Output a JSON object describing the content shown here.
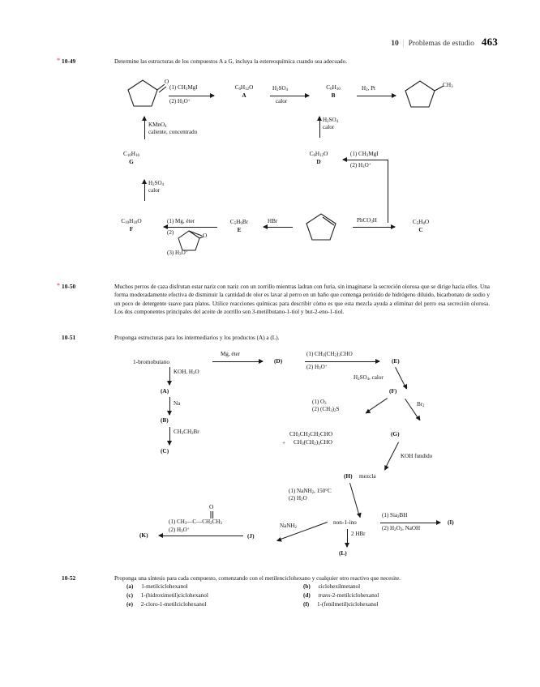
{
  "header": {
    "chapter": "10",
    "separator": "|",
    "section_title": "Problemas de estudio",
    "page_number": "463"
  },
  "problems": [
    {
      "id": "10-49",
      "starred": true,
      "star": "*",
      "number": "10-49",
      "text": "Determine las estructuras de los compuestos A a G, incluya la estereoquímica cuando sea adecuado."
    },
    {
      "id": "10-50",
      "starred": true,
      "star": "*",
      "number": "10-50",
      "text": "Muchos perros de caza disfrutan estar nariz con nariz con un zorrillo mientras ladran con furia, sin imaginarse la secreción olorosa que se dirige hacia ellos. Una forma moderadamente efectiva de disminuir la cantidad de olor es lavar al perro en un baño que contenga peróxido de hidrógeno diluido, bicarbonato de sodio y un poco de detergente suave para platos. Utilice reacciones químicas para describir cómo es que esta mezcla ayuda a eliminar del perro esa secreción olorosa. Los dos componentes principales del aceite de zorrillo son 3-metilbutano-1-tiol y but-2-eno-1-tiol."
    },
    {
      "id": "10-51",
      "starred": false,
      "star": "",
      "number": "10-51",
      "text": "Proponga estructuras para los intermediarios y los productos (A) a (L)."
    },
    {
      "id": "10-52",
      "starred": false,
      "star": "",
      "number": "10-52",
      "text": "Proponga una síntesis para cada compuesto, comenzando con el metilenciclohexano y cualquier otro reactivo que necesite.",
      "options": [
        {
          "letter": "(a)",
          "name": "1-metilciclohexanol"
        },
        {
          "letter": "(b)",
          "name": "ciclohexilmetanol"
        },
        {
          "letter": "(c)",
          "name": "1-(hidroximetil)ciclohexanol"
        },
        {
          "letter": "(d)",
          "name_prefix": "trans",
          "name": "-2-metilciclohexanol"
        },
        {
          "letter": "(e)",
          "name": "2-cloro-1-metilciclohexanol"
        },
        {
          "letter": "(f)",
          "name": "1-(fenilmetil)ciclohexanol"
        }
      ]
    }
  ],
  "scheme_10_49": {
    "structures": {
      "cyclopentanone_label": "O",
      "methylcyclopentane_label": "CH",
      "methylcyclopentane_sub": "3",
      "epoxide_label": "O"
    },
    "compounds": {
      "A_formula_parts": {
        "c": "C",
        "c_n": "6",
        "h": "H",
        "h_n": "12",
        "o": "O"
      },
      "A": "A",
      "B": "B",
      "C": "C",
      "D": "D",
      "E": "E",
      "F": "F",
      "G": "G"
    },
    "labels": {
      "A_formula": "C6H12O",
      "B_formula": "C6H10",
      "C_formula": "C5H8O",
      "D_formula": "C6H12O",
      "E_formula": "C5H9Br",
      "F_formula": "C10H18O",
      "G_formula": "C10H16"
    },
    "reagents": {
      "grignard_1": "(1) CH3MgI",
      "grignard_2": "(2) H3O+",
      "h2so4": "H2SO4",
      "calor": "calor",
      "h2pt": "H2, Pt",
      "kmno4": "KMnO4",
      "kmno4_cond": "caliente, concentrado",
      "hbr": "HBr",
      "peracid": "PhCO3H",
      "mg_eter": "(1) Mg, éter",
      "step2": "(2)",
      "step3": "(3) H3O+"
    }
  },
  "scheme_10_51": {
    "start": "1-bromobutano",
    "reagents": {
      "mg_eter": "Mg, éter",
      "koh_h2o": "KOH, H2O",
      "na": "Na",
      "etbr": "CH3CH2Br",
      "aldehyde_1": "(1) CH3(CH2)3CHO",
      "aldehyde_2": "(2) H3O+",
      "h2so4_calor": "H2SO4, calor",
      "ozone_1": "(1) O3",
      "ozone_2": "(2) (CH3)2S",
      "br2": "Br2",
      "koh_fundido": "KOH fundido",
      "nanh2_1": "(1) NaNH2, 150°C",
      "nanh2_2": "(2) H2O",
      "sia2bh_1": "(1) Sia2BH",
      "sia2bh_2": "(2) H2O2, NaOH",
      "two_hbr": "2 HBr",
      "nanh2": "NaNH2",
      "ketone_1": "(1) CH3",
      "ketone_c": "C",
      "ketone_rest": "CH2CH3",
      "ketone_2": "(2) H3O+",
      "ketone_o": "O"
    },
    "products": {
      "A": "(A)",
      "B": "(B)",
      "C": "(C)",
      "D": "(D)",
      "E": "(E)",
      "F": "(F)",
      "G": "(G)",
      "H": "(H)",
      "H_note": "mezcla",
      "I": "(I)",
      "J": "(J)",
      "K": "(K)",
      "L": "(L)"
    },
    "ozonolysis_products": {
      "line1": "CH3CH2CH2CHO",
      "plus": "+",
      "line2": "CH3(CH2)3CHO"
    },
    "nonyne": "non-1-ino"
  }
}
